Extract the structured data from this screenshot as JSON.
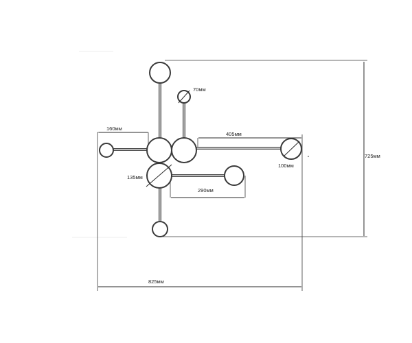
{
  "dimensions": {
    "globe_small": "70мм",
    "arm_left": "160мм",
    "arm_right": "405мм",
    "globe_end": "100мм",
    "globe_center": "135мм",
    "arm_lower": "290мм",
    "total_height": "725мм",
    "total_width": "825мм"
  }
}
